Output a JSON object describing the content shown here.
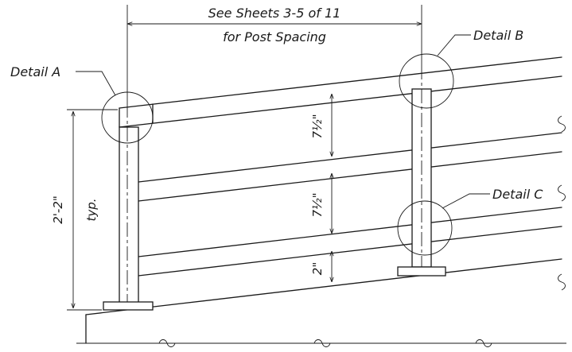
{
  "note": {
    "line1": "See Sheets 3-5 of 11",
    "line2": "for Post Spacing"
  },
  "callouts": {
    "detail_a": "Detail A",
    "detail_b": "Detail B",
    "detail_c": "Detail C"
  },
  "dimensions": {
    "post_height": "2'-2\"",
    "post_height_note": "typ.",
    "rail_gap_upper": "7½\"",
    "rail_gap_lower": "7½\"",
    "bottom_clearance": "2\""
  }
}
